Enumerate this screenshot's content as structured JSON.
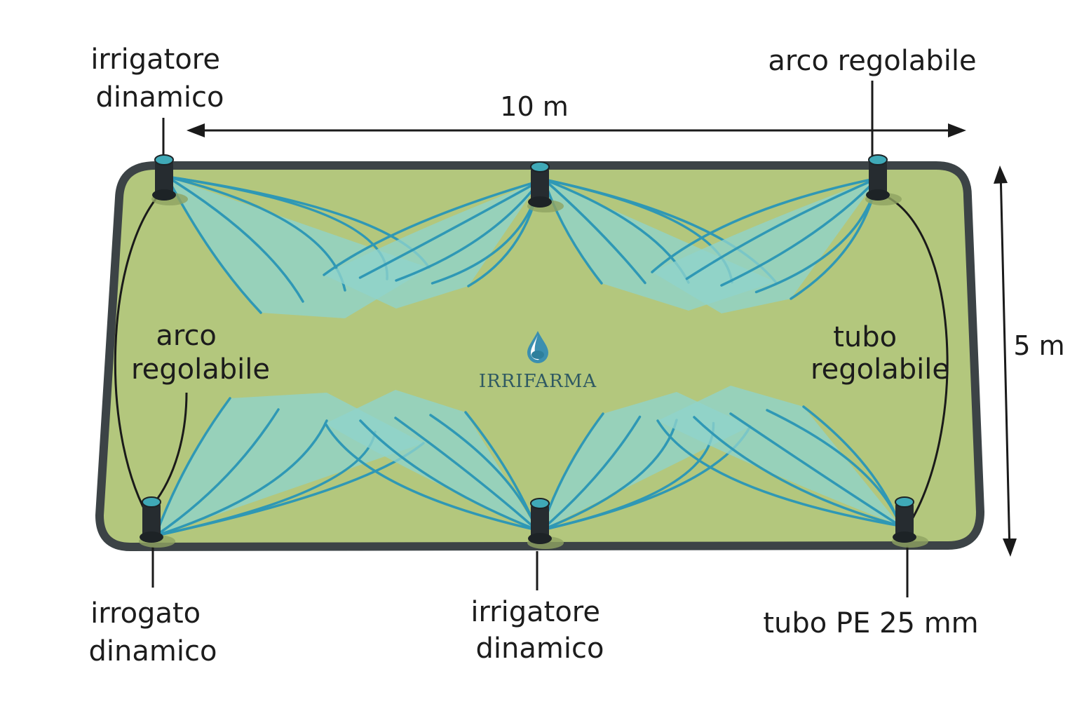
{
  "dimensions": {
    "length": "10 m",
    "width": "5 m"
  },
  "labels": {
    "top_left": [
      "irrigatore",
      "dinamico"
    ],
    "top_right": [
      "arco regolabile"
    ],
    "mid_left": [
      "arco",
      "regolabile"
    ],
    "mid_right": [
      "tubo",
      "regolabile"
    ],
    "bottom_left": [
      "irrogato",
      "dinamico"
    ],
    "bottom_center": [
      "irrigatore",
      "dinamico"
    ],
    "bottom_right": [
      "tubo PE 25 mm"
    ]
  },
  "logo": {
    "text": "IRRIFARMA",
    "icon": "water-drop-icon"
  },
  "colors": {
    "lawn": "#b3c77d",
    "border": "#3c4346",
    "spray": "#8fd3cc",
    "spray_line": "#2f98b5",
    "sprinkler": "#262c30",
    "nozzle": "#3fa9b7",
    "brand_text": "#2f5962"
  }
}
